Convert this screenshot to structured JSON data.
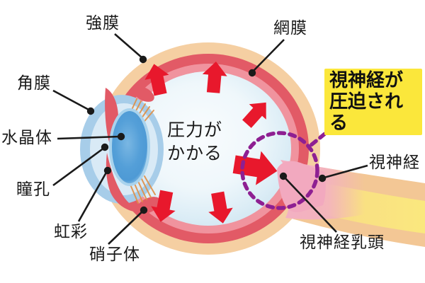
{
  "diagram": {
    "labels": {
      "sclera": "強膜",
      "retina": "網膜",
      "cornea": "角膜",
      "lens": "水晶体",
      "pupil": "瞳孔",
      "iris": "虹彩",
      "vitreous": "硝子体",
      "optic_nerve": "視神経",
      "optic_disc": "視神経乳頭"
    },
    "center_caption": {
      "line1": "圧力が",
      "line2": "かかる"
    },
    "callout": {
      "line1": "視神経が",
      "line2": "圧迫される"
    },
    "pressure_arrow_count": 6,
    "colors": {
      "arrow_red": "#e8182c",
      "callout_bg": "#fbe73b",
      "dashed_purple": "#8e1f92",
      "sclera_cream": "#f5cfa2",
      "choroid_red": "#e25a66",
      "retina_pink": "#f0939e",
      "vitreous_blue": "#ddedf6",
      "cornea_blue": "#a7cde9",
      "anterior_blue": "#d9eaf6",
      "lens_blue": "#4e9ad5",
      "nerve_yellow": "#fae87e",
      "nerve_cream": "#f3c795",
      "disc_pink": "#f3b0c3",
      "label_text": "#1a1a1a"
    }
  }
}
